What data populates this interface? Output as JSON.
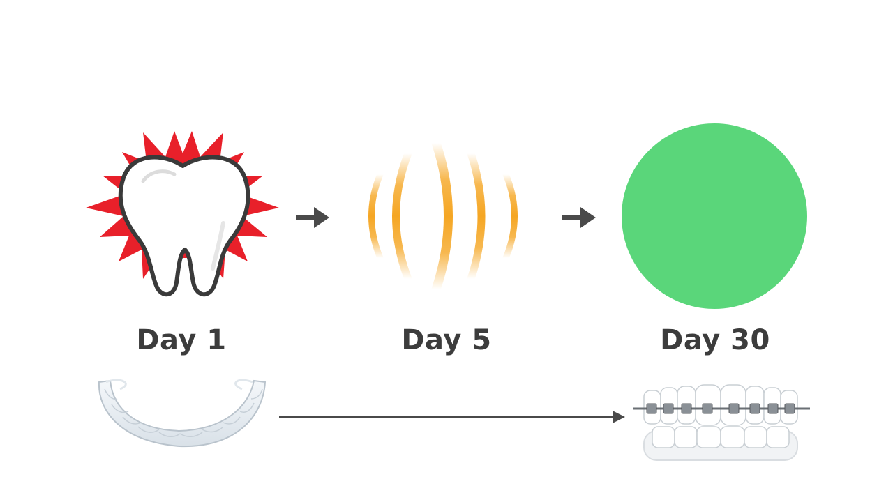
{
  "stages": [
    {
      "label": "Day 1",
      "icon": "tooth-pain-icon"
    },
    {
      "label": "Day 5",
      "icon": "sensitivity-waves-icon"
    },
    {
      "label": "Day 30",
      "icon": "green-circle-icon"
    }
  ],
  "bottom": {
    "left_icon": "clear-aligner-icon",
    "right_icon": "braces-teeth-icon"
  },
  "colors": {
    "pain_burst": "#e8202a",
    "waves": "#f5a623",
    "healed": "#5ad67a",
    "arrow": "#4a4a4a",
    "text": "#3c3c3c"
  }
}
